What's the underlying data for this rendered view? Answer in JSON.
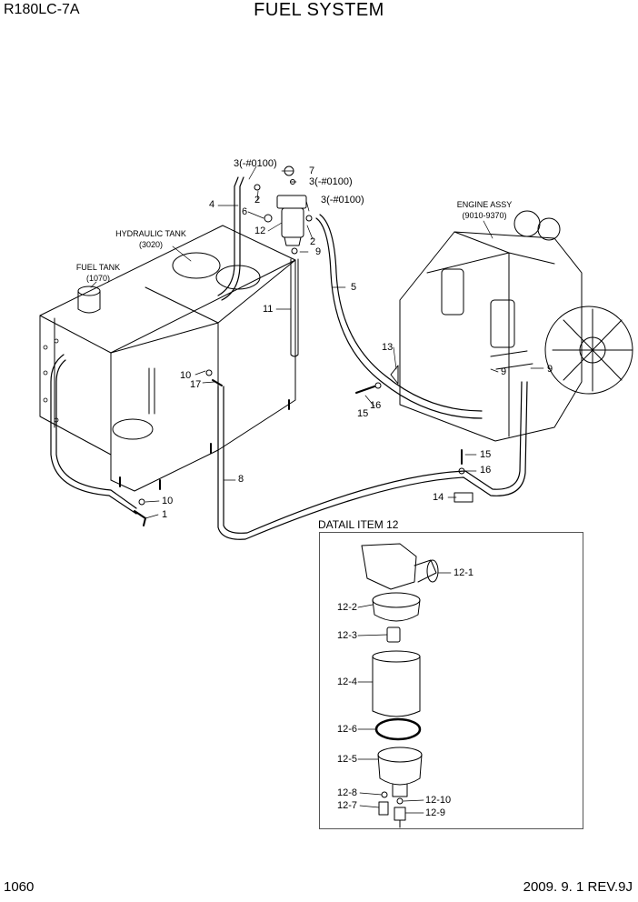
{
  "header": {
    "model": "R180LC-7A",
    "title": "FUEL SYSTEM"
  },
  "footer": {
    "page_number": "1060",
    "revision": "2009. 9. 1  REV.9J"
  },
  "assemblies": {
    "engine": {
      "name": "ENGINE ASSY",
      "code": "(9010-9370)"
    },
    "hydraulic_tank": {
      "name": "HYDRAULIC TANK",
      "code": "(3020)"
    },
    "fuel_tank": {
      "name": "FUEL TANK",
      "code": "(1070)"
    }
  },
  "detail": {
    "title": "DATAIL ITEM 12"
  },
  "callouts": {
    "c3a": "3(-#0100)",
    "c7": "7",
    "c3b": "3(-#0100)",
    "c4": "4",
    "c2a": "2",
    "c3c": "3(-#0100)",
    "c6": "6",
    "c12": "12",
    "c2b": "2",
    "c9a": "9",
    "c5": "5",
    "c11": "11",
    "c13": "13",
    "c9b": "9",
    "c9c": "9",
    "c10a": "10",
    "c17": "17",
    "c15a": "15",
    "c16a": "16",
    "c15b": "15",
    "c16b": "16",
    "c8": "8",
    "c14": "14",
    "c10b": "10",
    "c1": "1"
  },
  "detail_callouts": {
    "d12_1": "12-1",
    "d12_2": "12-2",
    "d12_3": "12-3",
    "d12_4": "12-4",
    "d12_6": "12-6",
    "d12_5": "12-5",
    "d12_8": "12-8",
    "d12_10": "12-10",
    "d12_7": "12-7",
    "d12_9": "12-9"
  }
}
